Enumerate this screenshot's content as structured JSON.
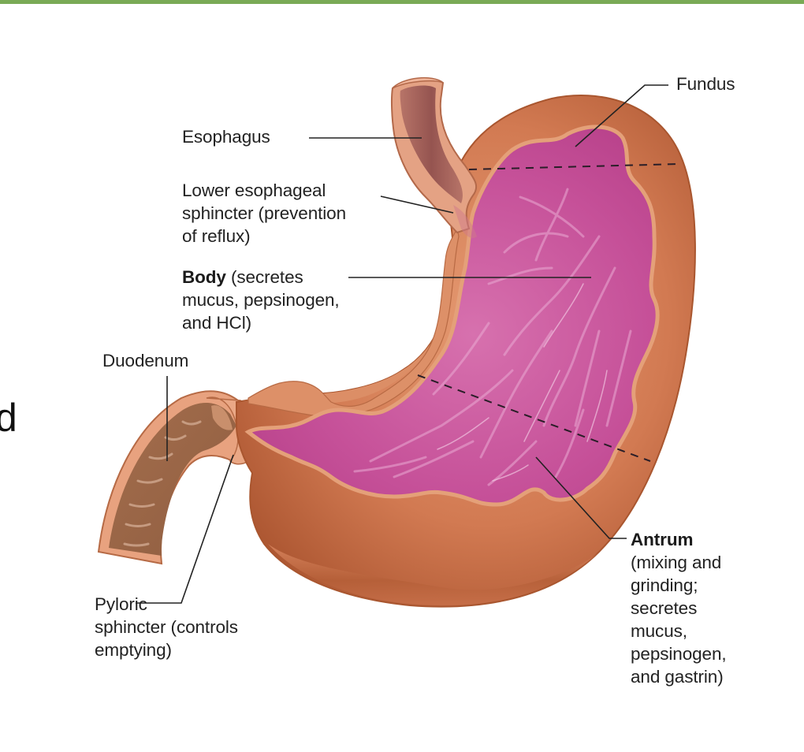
{
  "header": {
    "bar_color": "#7aaa56"
  },
  "left_fragment": {
    "text": "d"
  },
  "figure": {
    "subject": "Stomach anatomy",
    "colors": {
      "outer_wall": "#cf7a52",
      "outer_wall_dark": "#a8552f",
      "mucosa": "#c24f97",
      "mucosa_highlight": "#e9a6d0",
      "wall_rim": "#e9a57a",
      "esophagus_lumen": "#9a5a57",
      "duodenum_lumen": "#9c6a4a",
      "leader_line": "#222222"
    },
    "labels": {
      "esophagus": "Esophagus",
      "fundus": "Fundus",
      "les_line1": "Lower esophageal",
      "les_line2": "sphincter (prevention",
      "les_line3": "of reflux)",
      "body_bold": "Body",
      "body_line1_rest": " (secretes",
      "body_line2": "mucus, pepsinogen,",
      "body_line3": "and HCl)",
      "duodenum": "Duodenum",
      "pyloric_line1": "Pyloric",
      "pyloric_line2": "sphincter (controls",
      "pyloric_line3": "emptying)",
      "antrum_bold": "Antrum",
      "antrum_line2": "(mixing and",
      "antrum_line3": "grinding;",
      "antrum_line4": "secretes",
      "antrum_line5": "mucus,",
      "antrum_line6": "pepsinogen,",
      "antrum_line7": "and gastrin)"
    }
  }
}
